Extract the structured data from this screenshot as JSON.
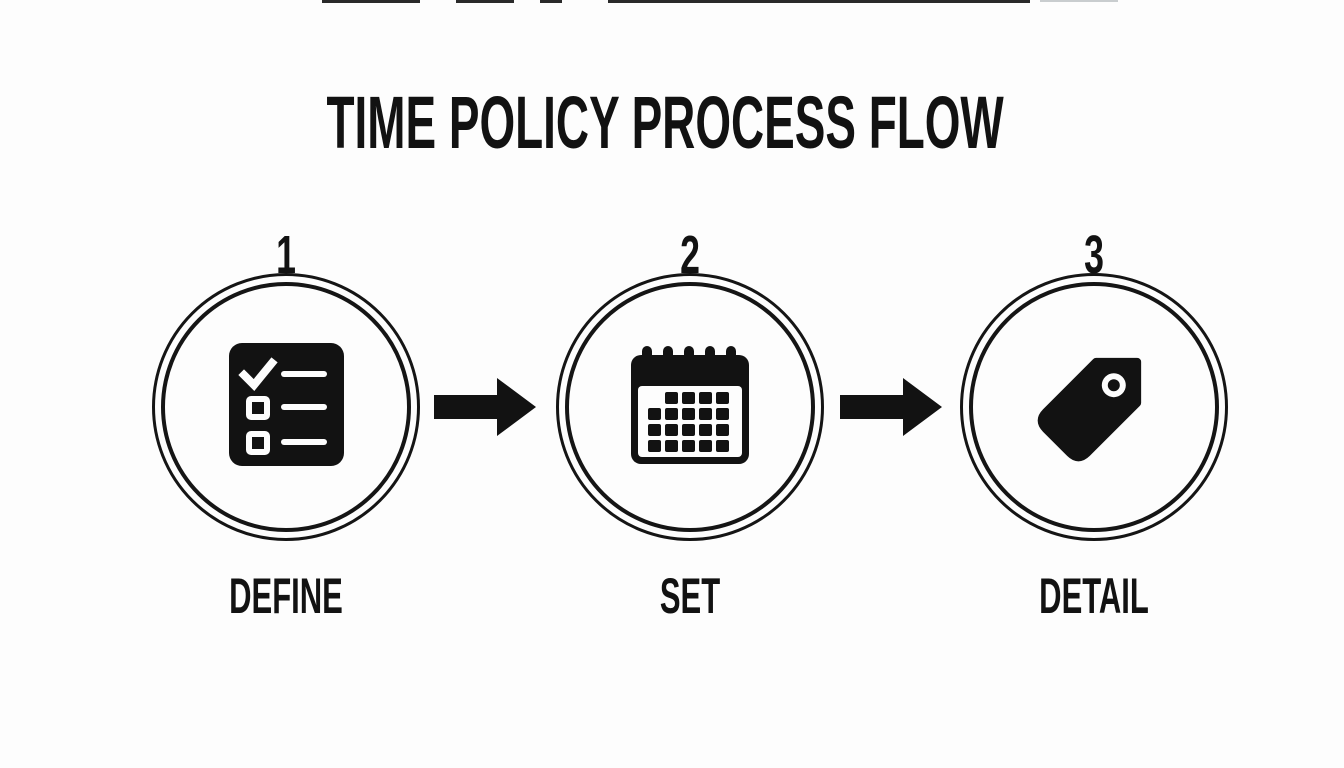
{
  "title": "TIME POLICY PROCESS FLOW",
  "steps": [
    {
      "number": "1",
      "label": "DEFINE",
      "icon": "checklist-icon"
    },
    {
      "number": "2",
      "label": "SET",
      "icon": "calendar-icon"
    },
    {
      "number": "3",
      "label": "DETAIL",
      "icon": "tag-icon"
    }
  ],
  "connectors": [
    {
      "icon": "right-arrow-icon"
    },
    {
      "icon": "right-arrow-icon"
    }
  ],
  "colors": {
    "ink": "#121212",
    "background": "#fdfdfd"
  }
}
